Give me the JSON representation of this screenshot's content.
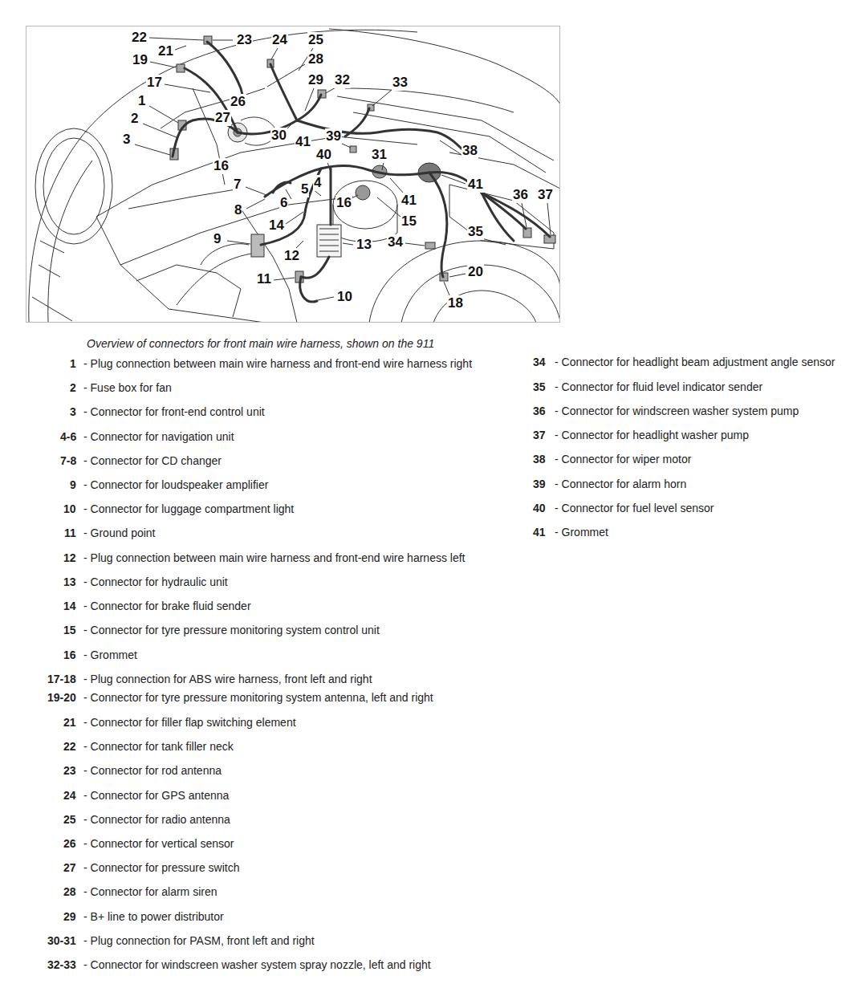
{
  "diagram": {
    "caption": "Overview of connectors for front main wire harness, shown on the 911",
    "labels": [
      "22",
      "21",
      "23",
      "24",
      "25",
      "19",
      "28",
      "17",
      "29",
      "32",
      "33",
      "1",
      "26",
      "2",
      "27",
      "30",
      "41",
      "39",
      "38",
      "3",
      "40",
      "31",
      "16",
      "41",
      "7",
      "4",
      "5",
      "36",
      "37",
      "6",
      "16",
      "41",
      "8",
      "14",
      "15",
      "34",
      "35",
      "9",
      "13",
      "12",
      "11",
      "20",
      "10",
      "18",
      "1",
      "- Plug connection between main wire harness and front-end wire harness right",
      "2",
      "- Fuse box for fan",
      "3",
      "- Connector for front-end control unit",
      "4-6",
      "- Connector for navigation unit",
      "7-8",
      "- Connector for CD changer",
      "9",
      "- Connector for loudspeaker amplifier",
      "10",
      "- Connector for luggage compartment light",
      "11",
      "- Ground point",
      "12",
      "- Plug connection between main wire harness and front-end wire harness left",
      "13",
      "- Connector for hydraulic unit",
      "14",
      "- Connector for brake fluid sender",
      "15",
      "- Connector for tyre pressure monitoring system control unit",
      "16",
      "- Grommet",
      "17-18",
      "- Plug connection for ABS wire harness, front left and right",
      "19-20",
      "- Connector for tyre pressure monitoring system antenna, left and right",
      "21",
      "- Connector for filler flap switching element",
      "22",
      "- Connector for tank filler neck",
      "23",
      "- Connector for rod antenna",
      "24",
      "- Connector for GPS antenna",
      "25",
      "- Connector for radio antenna",
      "26",
      "- Connector for vertical sensor",
      "27",
      "- Connector for pressure switch",
      "28",
      "- Connector for alarm siren",
      "29",
      "- B+ line to power distributor",
      "30-31",
      "- Plug connection for PASM, front left and right",
      "32-33",
      "- Connector for windscreen washer system spray nozzle, left and right",
      "34",
      "- Connector for headlight beam adjustment angle sensor",
      "35",
      "- Connector for fluid level indicator sender",
      "36",
      "- Connector for windscreen washer system pump",
      "37",
      "- Connector for headlight washer pump",
      "38",
      "- Connector for wiper motor",
      "39",
      "- Connector for alarm horn",
      "40",
      "- Connector for fuel level sensor",
      "41",
      "- Grommet"
    ]
  }
}
